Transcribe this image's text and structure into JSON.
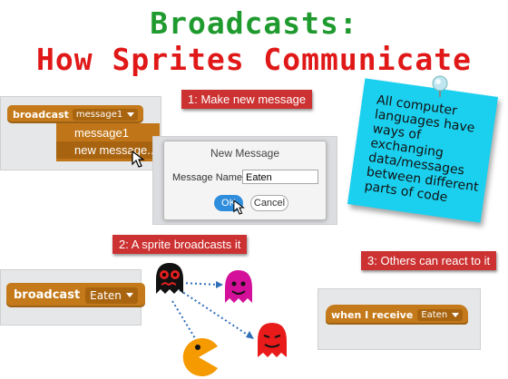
{
  "title_line1": "Broadcasts:",
  "title_line2": "How Sprites Communicate",
  "step1": "1: Make new message",
  "step2": "2: A sprite broadcasts it",
  "step3": "3: Others can react to it",
  "top_block": {
    "keyword": "broadcast",
    "value": "message1"
  },
  "menu": {
    "items": [
      "message1",
      "new message..."
    ]
  },
  "dialog": {
    "title": "New Message",
    "field_label": "Message Name:",
    "field_value": "Eaten",
    "ok": "OK",
    "cancel": "Cancel"
  },
  "broadcast_block": {
    "keyword": "broadcast",
    "value": "Eaten"
  },
  "receive_block": {
    "keyword": "when I receive",
    "value": "Eaten"
  },
  "note": {
    "lines": [
      "All computer",
      "languages have",
      "ways of exchanging",
      "data/messages",
      "between different",
      "parts of code"
    ]
  },
  "colors": {
    "title_green": "#1f9a2e",
    "title_red": "#e01818",
    "step_label": "#cc3232",
    "scratch_orange": "#c47a1a",
    "sticky_note": "#1bd0ef"
  },
  "icons": [
    "pushpin-icon",
    "cursor-icon",
    "ghost-black-icon",
    "ghost-magenta-icon",
    "ghost-red-icon",
    "pacman-icon"
  ]
}
